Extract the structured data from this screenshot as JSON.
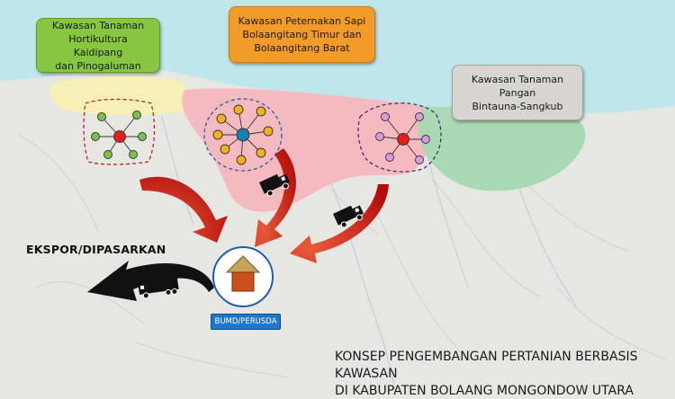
{
  "callouts": {
    "hortikultura": "Kawasan Tanaman\nHortikultura Kaidipang\ndan Pinogaluman",
    "peternakan": "Kawasan Peternakan Sapi\nBolaangitang Timur dan\nBolaangitang Barat",
    "pangan": "Kawasan Tanaman Pangan\nBintauna-Sangkub"
  },
  "labels": {
    "ekspor": "EKSPOR/DIPASARKAN",
    "bumd": "BUMD/PERUSDA"
  },
  "caption": "KONSEP PENGEMBANGAN PERTANIAN BERBASIS KAWASAN\nDI KABUPATEN BOLAANG MONGONDOW UTARA",
  "colors": {
    "sea": "#bfe6ea",
    "land": "#e7e7e7",
    "horti_zone": "#f7f0b4",
    "sapi_zone": "#f5b7bd",
    "pangan_zone": "#a7d8b3",
    "arrow_red": "#c0140f",
    "arrow_black": "#111111"
  },
  "icons": [
    "truck-icon",
    "house-icon",
    "hub-node-icon"
  ]
}
